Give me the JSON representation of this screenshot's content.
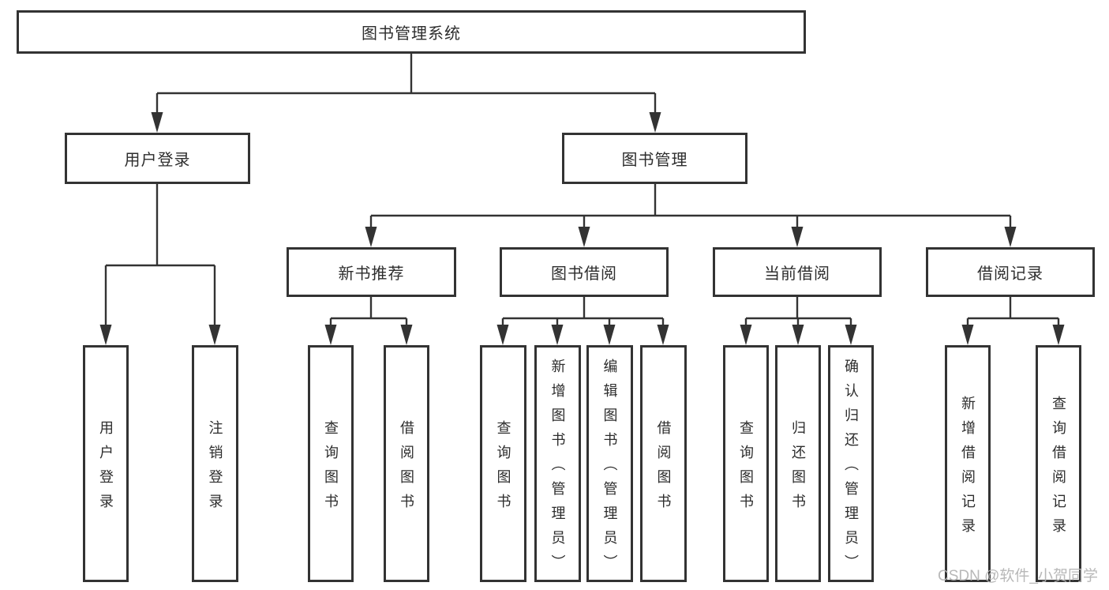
{
  "watermark": "CSDN @软件_小贺同学",
  "colors": {
    "line": "#333333",
    "text": "#2d2d2d",
    "watermark": "#b3b3b3",
    "background": "#ffffff"
  },
  "tree": {
    "root": "图书管理系统",
    "branches": [
      {
        "label": "用户登录",
        "children": [
          "用户登录",
          "注销登录"
        ]
      },
      {
        "label": "图书管理",
        "sections": [
          {
            "label": "新书推荐",
            "children": [
              "查询图书",
              "借阅图书"
            ]
          },
          {
            "label": "图书借阅",
            "children": [
              "查询图书",
              "新增图书（管理员）",
              "编辑图书（管理员）",
              "借阅图书"
            ]
          },
          {
            "label": "当前借阅",
            "children": [
              "查询图书",
              "归还图书",
              "确认归还（管理员）"
            ]
          },
          {
            "label": "借阅记录",
            "children": [
              "新增借阅记录",
              "查询借阅记录"
            ]
          }
        ]
      }
    ]
  }
}
